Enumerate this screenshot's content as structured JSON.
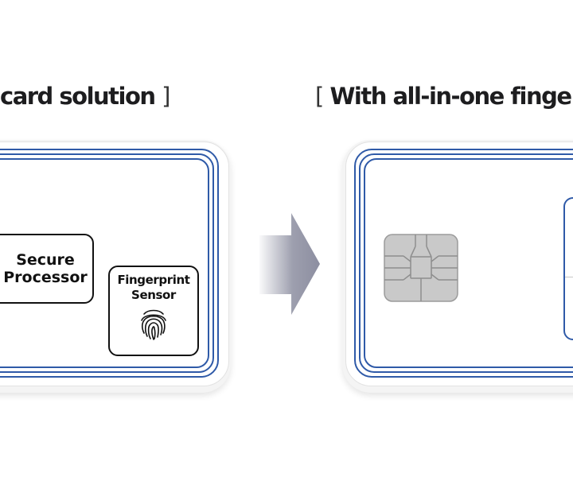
{
  "headings": {
    "left_text": "card solution",
    "left_close_bracket": "]",
    "right_open_bracket": "[",
    "right_text": "With all-in-one finge"
  },
  "left_card": {
    "secure_processor": {
      "line1": "Secure",
      "line2": "Processor"
    },
    "fingerprint_sensor": {
      "line1": "Fingerprint",
      "line2": "Sensor",
      "icon": "fingerprint-icon"
    }
  },
  "right_card": {
    "chip_icon": "emv-chip-icon",
    "module_icon": "fingerprint-module"
  },
  "arrow_icon": "right-arrow-icon",
  "colors": {
    "ring_blue": "#2f5aa8",
    "chip_gray": "#c9c9c9",
    "arrow_gray": "#8c8ea0",
    "text": "#1d1d1f"
  }
}
